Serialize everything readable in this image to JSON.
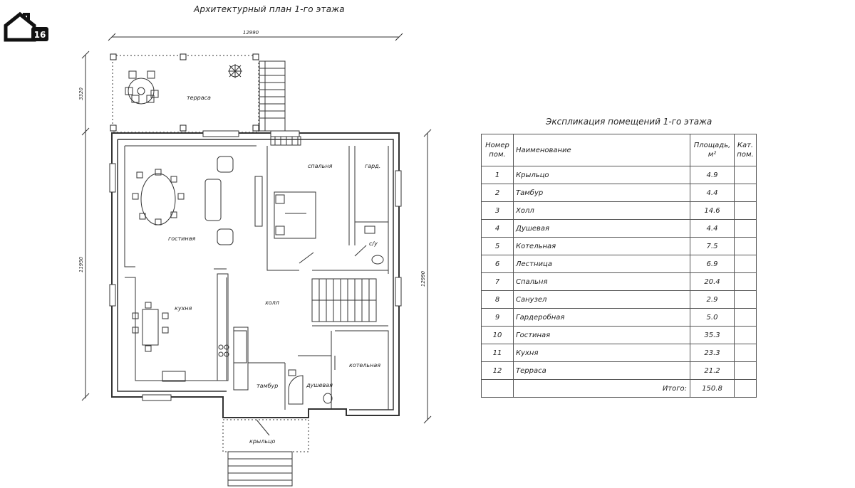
{
  "logo": {
    "badge": "16"
  },
  "plan": {
    "title": "Архитектурный план 1-го этажа",
    "dimensions": {
      "top": "12990",
      "right": "12990",
      "left_total": "11950",
      "left_terrace": "3320"
    },
    "rooms": {
      "terrace": "терраса",
      "bedroom": "спальня",
      "wardrobe": "гард.",
      "living": "гостиная",
      "bathroom": "с/у",
      "kitchen": "кухня",
      "hall": "холл",
      "boiler": "котельная",
      "vestibule": "тамбур",
      "shower": "душевая",
      "porch": "крыльцо"
    }
  },
  "table": {
    "title": "Экспликация помещений 1-го этажа",
    "headers": {
      "num": "Номер пом.",
      "name": "Наименование",
      "area": "Площадь, м²",
      "cat": "Кат. пом."
    },
    "rows": [
      {
        "num": "1",
        "name": "Крыльцо",
        "area": "4.9"
      },
      {
        "num": "2",
        "name": "Тамбур",
        "area": "4.4"
      },
      {
        "num": "3",
        "name": "Холл",
        "area": "14.6"
      },
      {
        "num": "4",
        "name": "Душевая",
        "area": "4.4"
      },
      {
        "num": "5",
        "name": "Котельная",
        "area": "7.5"
      },
      {
        "num": "6",
        "name": "Лестница",
        "area": "6.9"
      },
      {
        "num": "7",
        "name": "Спальня",
        "area": "20.4"
      },
      {
        "num": "8",
        "name": "Санузел",
        "area": "2.9"
      },
      {
        "num": "9",
        "name": "Гардеробная",
        "area": "5.0"
      },
      {
        "num": "10",
        "name": "Гостиная",
        "area": "35.3"
      },
      {
        "num": "11",
        "name": "Кухня",
        "area": "23.3"
      },
      {
        "num": "12",
        "name": "Терраса",
        "area": "21.2"
      }
    ],
    "total_label": "Итого:",
    "total_value": "150.8"
  }
}
